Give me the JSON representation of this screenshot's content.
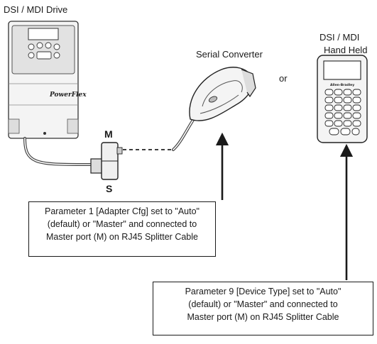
{
  "labels": {
    "drive": "DSI / MDI Drive",
    "serial_converter": "Serial Converter",
    "hand_held_line1": "DSI  / MDI",
    "hand_held_line2": "Hand Held",
    "or": "or",
    "port_master": "M",
    "port_slave": "S",
    "drive_brand": "PowerFlex",
    "hand_held_brand": "Allen-Bradley"
  },
  "callouts": [
    {
      "lines": [
        "Parameter 1 [Adapter Cfg] set to \"Auto\"",
        "(default) or \"Master\" and connected to",
        "Master port (M) on RJ45 Splitter Cable"
      ]
    },
    {
      "lines": [
        "Parameter 9 [Device Type] set to \"Auto\"",
        "(default) or \"Master\" and connected to",
        "Master port (M) on RJ45 Splitter Cable"
      ]
    }
  ]
}
